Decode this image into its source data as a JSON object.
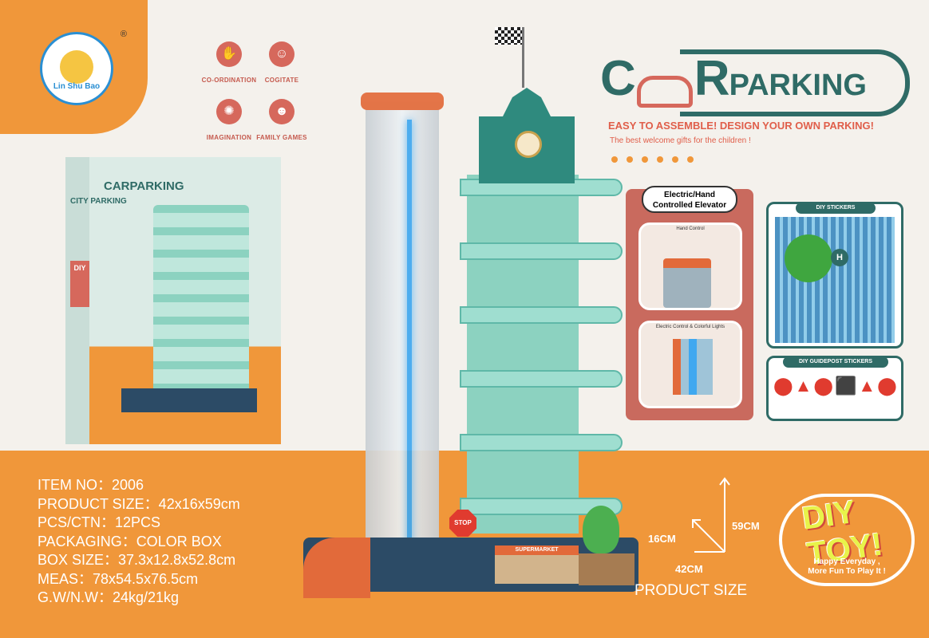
{
  "brand": {
    "name": "Lin Shu Bao",
    "reg_mark": "®"
  },
  "features": [
    {
      "label": "CO-ORDINATION",
      "icon": "coordination-icon"
    },
    {
      "label": "COGITATE",
      "icon": "cogitate-icon"
    },
    {
      "label": "IMAGINATION",
      "icon": "imagination-icon"
    },
    {
      "label": "FAMILY GAMES",
      "icon": "family-games-icon"
    }
  ],
  "title": {
    "line_a": "C",
    "line_b": "R",
    "line_c": "PARKING"
  },
  "tagline": "EASY TO ASSEMBLE!  DESIGN YOUR OWN PARKING!",
  "gift_text": "The best welcome gifts for the children !",
  "box": {
    "logo": "CARPARKING",
    "city": "CITY PARKING",
    "diy": "DIY"
  },
  "product": {
    "stop_sign": "STOP",
    "shop_sign": "SUPERMARKET"
  },
  "elevator": {
    "header": "Electric/Hand Controlled Elevator",
    "pic1_caption": "Hand Control",
    "pic2_caption": "Electric Control & Colorful Lights"
  },
  "stickers": {
    "header": "DIY STICKERS"
  },
  "guidepost": {
    "header": "DIY GUIDEPOST STICKERS"
  },
  "specs": [
    "ITEM NO：2006",
    "PRODUCT SIZE：42x16x59cm",
    "PCS/CTN：12PCS",
    "PACKAGING：COLOR BOX",
    "BOX SIZE：37.3x12.8x52.8cm",
    "MEAS：78x54.5x76.5cm",
    "G.W/N.W：24kg/21kg"
  ],
  "dimensions": {
    "depth": "16CM",
    "height": "59CM",
    "width": "42CM",
    "caption": "PRODUCT SIZE"
  },
  "diy_badge": {
    "big": "DIY TOY!",
    "line1": "Happy Everyday ,",
    "line2": "More Fun To Play It !"
  },
  "colors": {
    "orange": "#f0973a",
    "teal": "#2f6b66",
    "coral": "#e05e4a"
  }
}
